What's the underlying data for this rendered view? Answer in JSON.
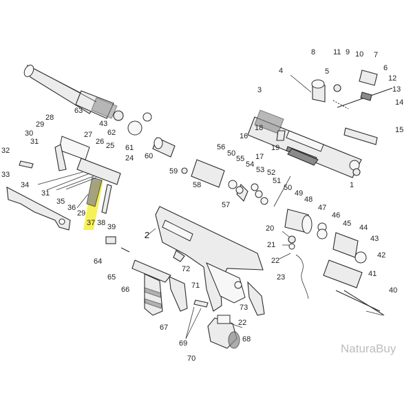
{
  "watermark": "NaturaBuy",
  "highlight_color": "#f4ee3a",
  "labels": {
    "l1": "1",
    "l2": "2",
    "l3": "3",
    "l4": "4",
    "l5": "5",
    "l6": "6",
    "l7": "7",
    "l8": "8",
    "l9": "9",
    "l10": "10",
    "l11": "11",
    "l12": "12",
    "l13": "13",
    "l14": "14",
    "l15": "15",
    "l16": "16",
    "l17": "17",
    "l18": "18",
    "l19": "19",
    "l20": "20",
    "l21": "21",
    "l22a": "22",
    "l22b": "22",
    "l23": "23",
    "l24": "24",
    "l25": "25",
    "l26": "26",
    "l27": "27",
    "l28": "28",
    "l29a": "29",
    "l29b": "29",
    "l30": "30",
    "l31a": "31",
    "l31b": "31",
    "l32": "32",
    "l33": "33",
    "l34": "34",
    "l35": "35",
    "l36": "36",
    "l37": "37",
    "l38": "38",
    "l39": "39",
    "l40": "40",
    "l41": "41",
    "l42": "42",
    "l43a": "43",
    "l43b": "43",
    "l44": "44",
    "l45": "45",
    "l46": "46",
    "l47": "47",
    "l48": "48",
    "l49": "49",
    "l50a": "50",
    "l50b": "50",
    "l51": "51",
    "l52": "52",
    "l53": "53",
    "l54": "54",
    "l55": "55",
    "l56": "56",
    "l57": "57",
    "l58": "58",
    "l59": "59",
    "l60": "60",
    "l61": "61",
    "l62": "62",
    "l63": "63",
    "l64": "64",
    "l65": "65",
    "l66": "66",
    "l67": "67",
    "l68": "68",
    "l69": "69",
    "l70": "70",
    "l71": "71",
    "l72": "72",
    "l73": "73"
  }
}
